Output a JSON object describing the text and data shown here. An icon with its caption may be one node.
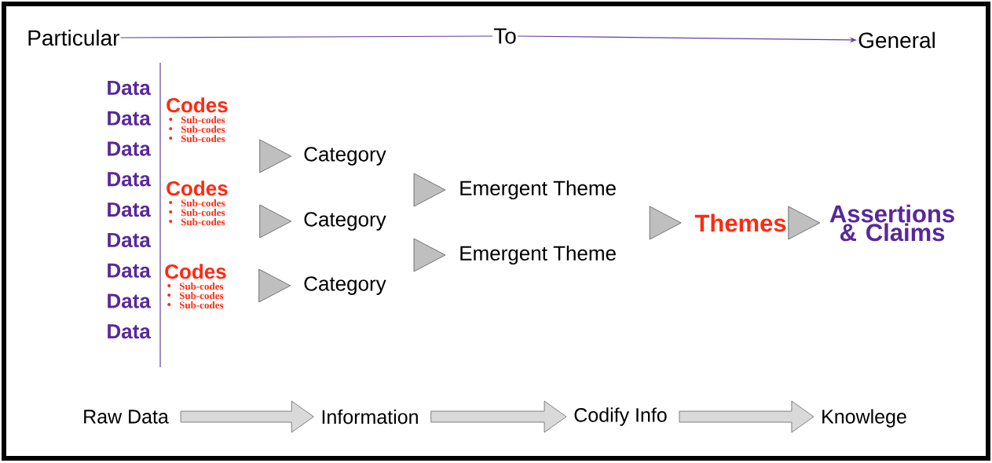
{
  "diagram": {
    "nodes": [
      {
        "text": [
          "Particular"
        ]
      },
      {
        "text": [
          "To"
        ]
      },
      {
        "text": [
          "General"
        ]
      },
      {
        "text": [
          "Codes",
          "Sub-codes",
          "Sub-codes",
          "Sub-codes"
        ]
      },
      {
        "text": [
          "Codes",
          "Sub-codes",
          "Sub-codes",
          "Sub-codes"
        ]
      },
      {
        "text": [
          "Codes",
          "Sub-codes",
          "Sub-codes",
          "Sub-codes"
        ]
      },
      {
        "text": [
          "Category"
        ]
      },
      {
        "text": [
          "Category"
        ]
      },
      {
        "text": [
          "Category"
        ]
      },
      {
        "text": [
          "Emergent Theme"
        ]
      },
      {
        "text": [
          "Emergent Theme"
        ]
      },
      {
        "text": [
          "Themes"
        ]
      },
      {
        "text": [
          "Assertions & Claims"
        ]
      },
      {
        "text": [
          "Raw Data"
        ]
      },
      {
        "text": [
          "Information"
        ]
      },
      {
        "text": [
          "Codify Info"
        ]
      },
      {
        "text": [
          "Knowlege"
        ]
      }
    ],
    "edges": [
      {
        "from": 0,
        "to": 1,
        "arrow": "none"
      },
      {
        "from": 1,
        "to": 2,
        "arrow": "to"
      },
      {
        "from": 3,
        "to": 6,
        "arrow": "to"
      },
      {
        "from": 4,
        "to": 7,
        "arrow": "to"
      },
      {
        "from": 5,
        "to": 8,
        "arrow": "to"
      },
      {
        "from": null,
        "to": 9,
        "arrow": "to"
      },
      {
        "from": null,
        "to": 10,
        "arrow": "to"
      },
      {
        "from": null,
        "to": 11,
        "arrow": "to"
      },
      {
        "from": 11,
        "to": 12,
        "arrow": "to"
      },
      {
        "from": 13,
        "to": 14,
        "arrow": "to"
      },
      {
        "from": 14,
        "to": 15,
        "arrow": "to"
      },
      {
        "from": 15,
        "to": 16,
        "arrow": "to"
      }
    ],
    "labels": [
      "Data",
      "Data",
      "Data",
      "Data",
      "Data",
      "Data",
      "Data",
      "Data",
      "Data"
    ]
  }
}
